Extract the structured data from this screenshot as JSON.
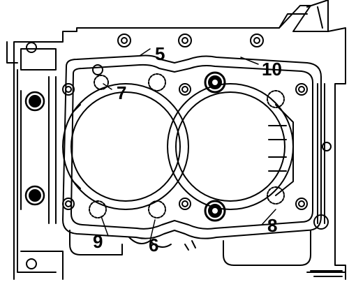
{
  "diagram": {
    "callouts": [
      {
        "id": "c5",
        "text": "5"
      },
      {
        "id": "c10",
        "text": "10"
      },
      {
        "id": "c7",
        "text": "7"
      },
      {
        "id": "c8",
        "text": "8"
      },
      {
        "id": "c9",
        "text": "9"
      },
      {
        "id": "c6",
        "text": "6"
      }
    ]
  }
}
